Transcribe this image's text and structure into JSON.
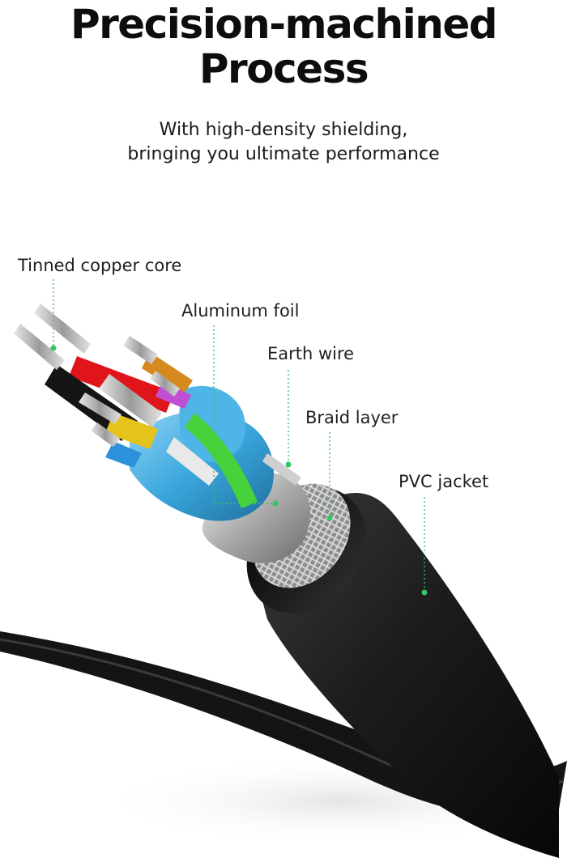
{
  "header": {
    "title_line1": "Precision-machined",
    "title_line2": "Process",
    "subtitle_line1": "With high-density shielding,",
    "subtitle_line2": "bringing you ultimate performance"
  },
  "callouts": [
    {
      "label": "Tinned copper core"
    },
    {
      "label": "Aluminum foil"
    },
    {
      "label": "Earth wire"
    },
    {
      "label": "Braid layer"
    },
    {
      "label": "PVC jacket"
    }
  ],
  "colors": {
    "callout_line": "#35c46a",
    "jacket": "#1a1a1a",
    "foil_blue": "#3aa6dc",
    "wire_red": "#e0151b",
    "wire_green": "#47d13a",
    "wire_yellow": "#e6c31a",
    "wire_orange": "#d48a1e",
    "wire_purple": "#c04fd6",
    "wire_black": "#151515",
    "wire_blue": "#2d92dc"
  }
}
